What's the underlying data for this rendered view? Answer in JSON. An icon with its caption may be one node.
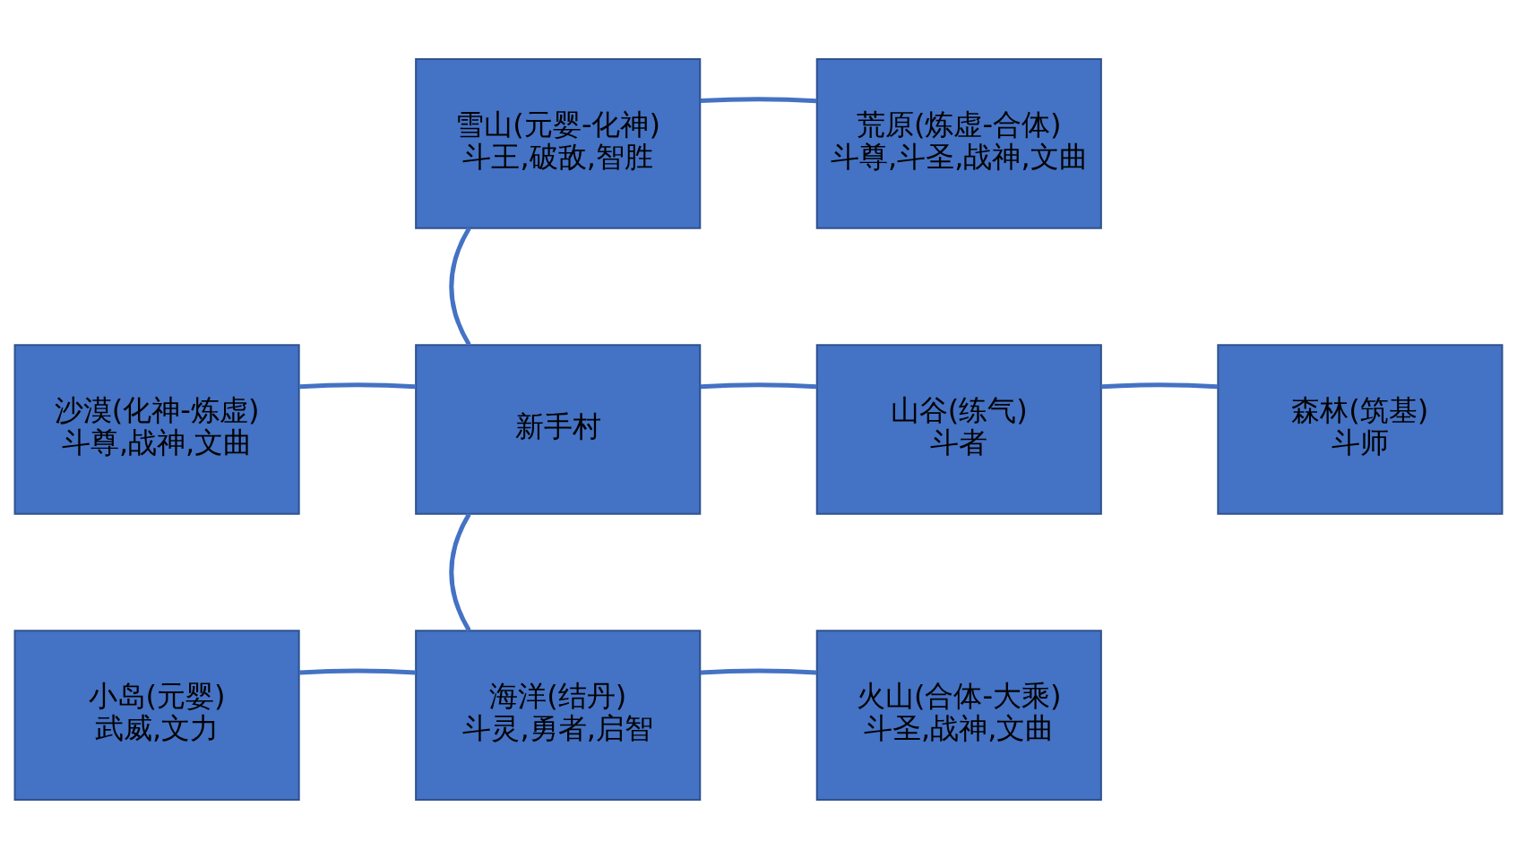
{
  "diagram": {
    "nodes": [
      {
        "text": [
          "雪山(元婴-化神)",
          "斗王,破敌,智胜"
        ]
      },
      {
        "text": [
          "荒原(炼虚-合体)",
          "斗尊,斗圣,战神,文曲"
        ]
      },
      {
        "text": [
          "沙漠(化神-炼虚)",
          "斗尊,战神,文曲"
        ]
      },
      {
        "text": [
          "新手村"
        ]
      },
      {
        "text": [
          "山谷(练气)",
          "斗者"
        ]
      },
      {
        "text": [
          "森林(筑基)",
          "斗师"
        ]
      },
      {
        "text": [
          "小岛(元婴)",
          "武威,文力"
        ]
      },
      {
        "text": [
          "海洋(结丹)",
          "斗灵,勇者,启智"
        ]
      },
      {
        "text": [
          "火山(合体-大乘)",
          "斗圣,战神,文曲"
        ]
      }
    ],
    "edges": [
      {
        "from": 0,
        "to": 1,
        "arrow": "none"
      },
      {
        "from": 0,
        "to": 3,
        "arrow": "none"
      },
      {
        "from": 2,
        "to": 3,
        "arrow": "none"
      },
      {
        "from": 3,
        "to": 4,
        "arrow": "none"
      },
      {
        "from": 4,
        "to": 5,
        "arrow": "none"
      },
      {
        "from": 3,
        "to": 7,
        "arrow": "none"
      },
      {
        "from": 6,
        "to": 7,
        "arrow": "none"
      },
      {
        "from": 7,
        "to": 8,
        "arrow": "none"
      }
    ]
  }
}
